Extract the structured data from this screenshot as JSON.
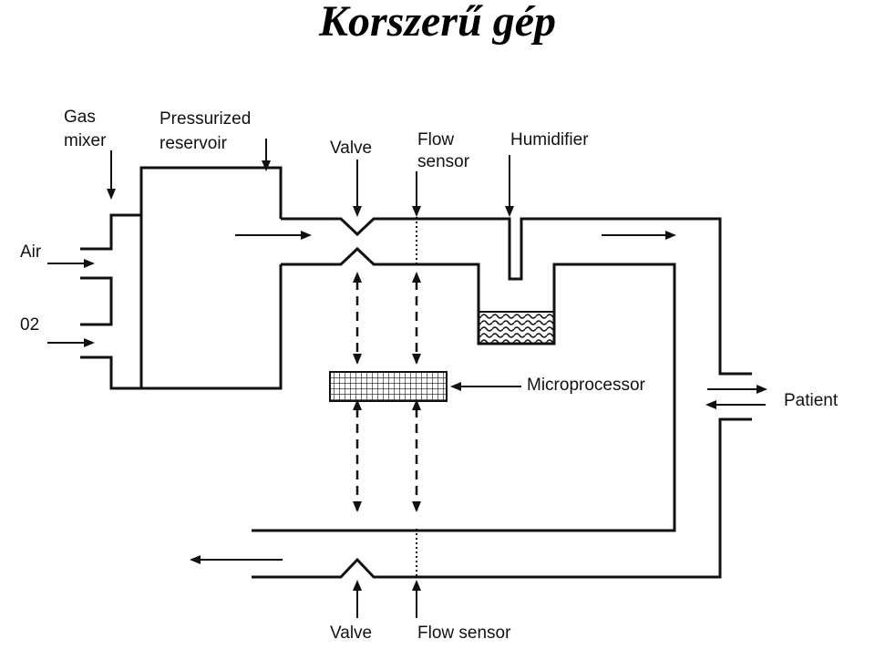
{
  "title": "Korszerű gép",
  "labels": {
    "gas_mixer_line1": "Gas",
    "gas_mixer_line2": "mixer",
    "reservoir_line1": "Pressurized",
    "reservoir_line2": "reservoir",
    "valve_top": "Valve",
    "flow_sensor_top_line1": "Flow",
    "flow_sensor_top_line2": "sensor",
    "humidifier": "Humidifier",
    "air": "Air",
    "o2": "02",
    "microprocessor": "Microprocessor",
    "patient": "Patient",
    "valve_bottom": "Valve",
    "flow_sensor_bottom": "Flow sensor"
  }
}
